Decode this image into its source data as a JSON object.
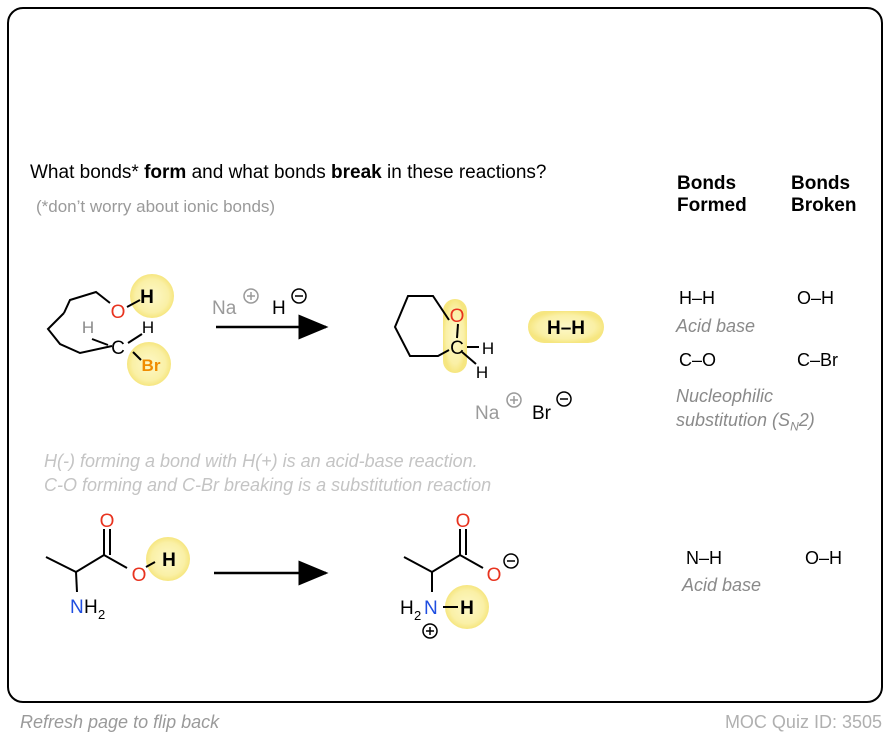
{
  "question": {
    "prefix": "What bonds* ",
    "form": "form",
    "middle": " and what bonds ",
    "break": "break",
    "suffix": " in these reactions?"
  },
  "footnote": "(*don’t worry about ionic bonds)",
  "columns": {
    "formed_line1": "Bonds",
    "formed_line2": "Formed",
    "broken_line1": "Bonds",
    "broken_line2": "Broken"
  },
  "reaction1": {
    "reagent_cation": "Na",
    "reagent_anion": "H",
    "byproduct_h2": "H–H",
    "byproduct_salt_cation": "Na",
    "byproduct_salt_anion": "Br",
    "rows": [
      {
        "formed": "H–H",
        "broken": "O–H",
        "caption": "Acid base"
      },
      {
        "formed": "C–O",
        "broken": "C–Br",
        "caption_line1": "Nucleophilic",
        "caption_line2_pre": "substitution (S",
        "caption_sub": "N",
        "caption_line2_post": "2)"
      }
    ]
  },
  "notes": [
    "H(-) forming a bond with H(+) is an acid-base reaction.",
    "C-O forming and C-Br breaking is a substitution reaction"
  ],
  "reaction2": {
    "formed": "N–H",
    "broken": "O–H",
    "caption": "Acid base"
  },
  "atoms": {
    "O": "O",
    "H": "H",
    "C": "C",
    "Br": "Br",
    "N": "N",
    "sub2": "2"
  },
  "footer": {
    "left": "Refresh page to flip back",
    "right": "MOC Quiz ID: 3505"
  },
  "colors": {
    "oxygen": "#e8331f",
    "bromine": "#f08c00",
    "nitrogen": "#1f4ee0",
    "highlight": "#faf2ae",
    "muted": "#9a9a9a",
    "caption": "#8a8a8a"
  }
}
